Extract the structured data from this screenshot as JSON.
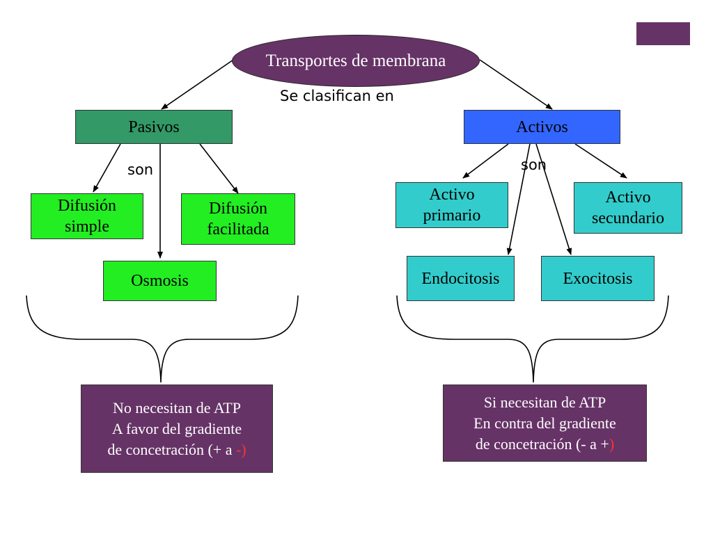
{
  "colors": {
    "root": "#663366",
    "pasivos": "#339966",
    "activos": "#3366ff",
    "passive_types": "#22ee22",
    "active_types": "#33cccc",
    "summary": "#663366",
    "highlight_sign": "#ff3333"
  },
  "root": {
    "label": "Transportes de membrana"
  },
  "connector_label": "Se clasifican en",
  "pasivos": {
    "label": "Pasivos",
    "connector": "son",
    "children": [
      "Difusión\nsimple",
      "Difusión\nfacilitada",
      "Osmosis"
    ],
    "summary": {
      "line1": "No necesitan de ATP",
      "line2": "A favor del gradiente",
      "line3_main": "de concetración (+ a ",
      "line3_sign": "-)"
    }
  },
  "activos": {
    "label": "Activos",
    "connector": "son",
    "children": [
      "Activo\nprimario",
      "Activo\nsecundario",
      "Endocitosis",
      "Exocitosis"
    ],
    "summary": {
      "line1": "Si necesitan de ATP",
      "line2": "En contra del gradiente",
      "line3_main": "de concetración (- a +",
      "line3_sign": ")"
    }
  },
  "icons": {
    "corner_badge": "purple-rectangle"
  }
}
